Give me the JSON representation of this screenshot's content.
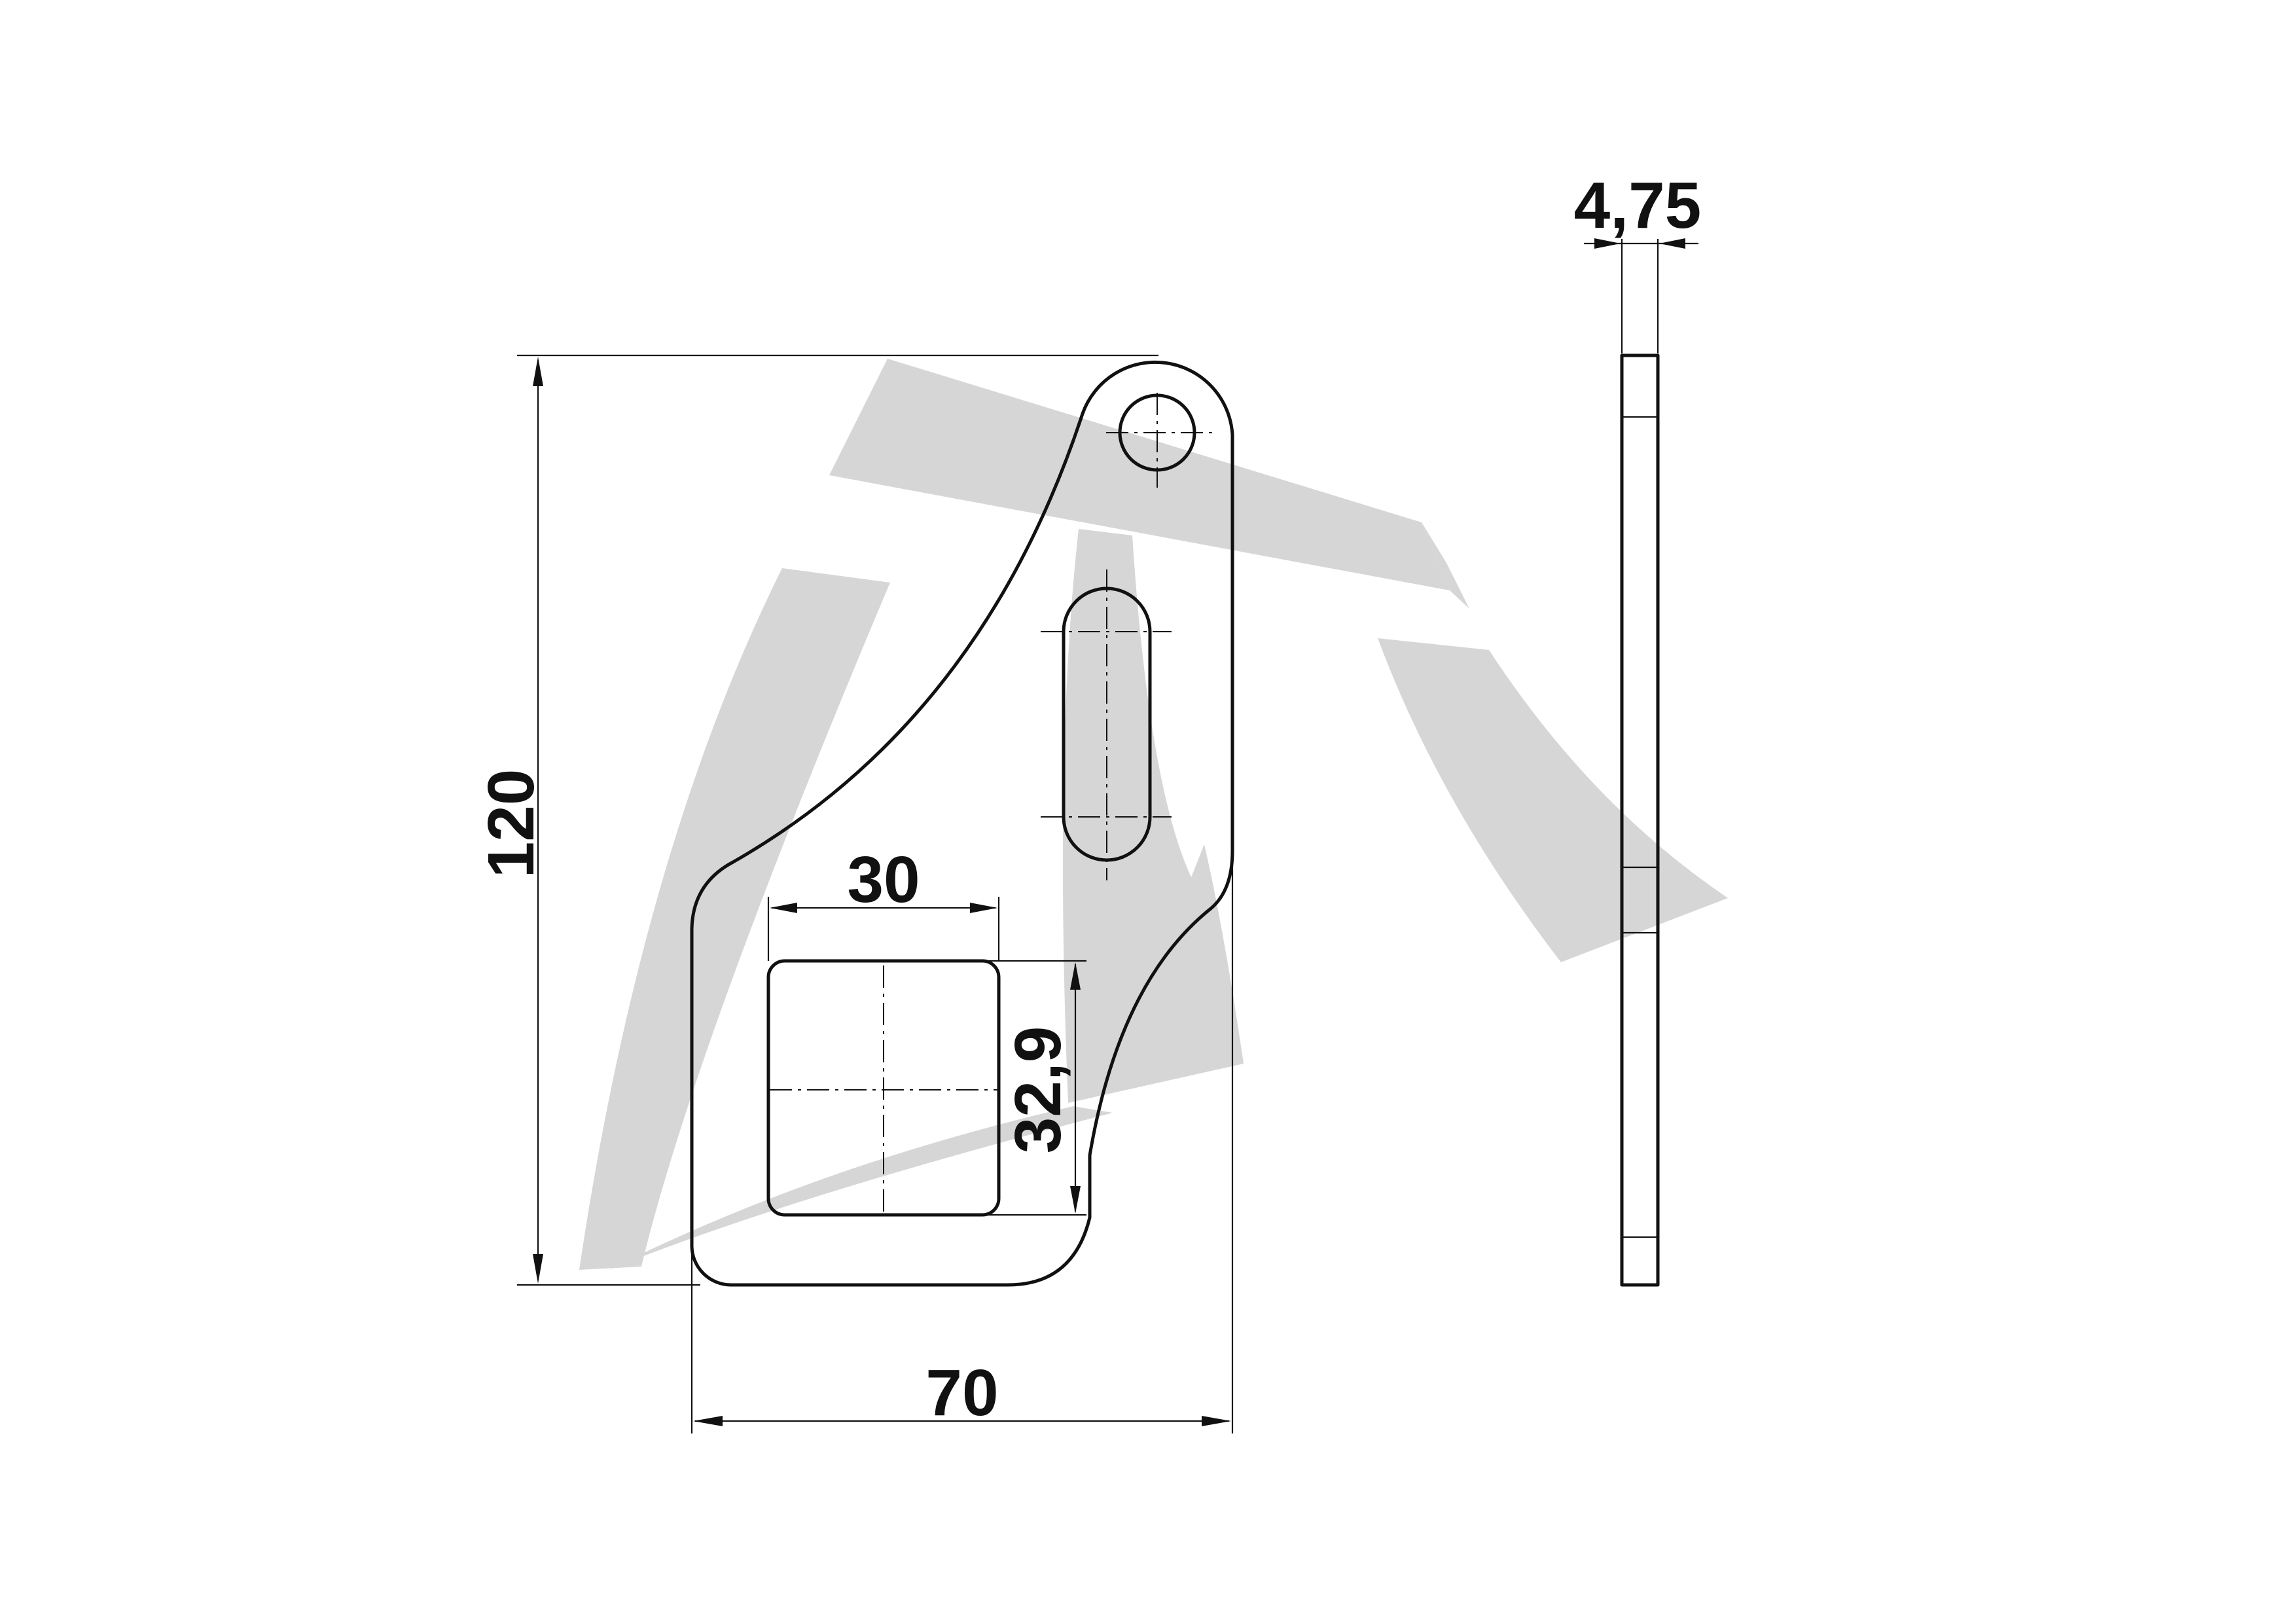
{
  "watermark": {
    "icon": "company-logo-watermark",
    "color": "#d6d6d6"
  },
  "colors": {
    "line": "#111111",
    "background": "#ffffff"
  },
  "dimensions": {
    "overall_height": "120",
    "overall_width": "70",
    "window_width": "30",
    "window_height": "32,9",
    "thickness": "4,75"
  }
}
